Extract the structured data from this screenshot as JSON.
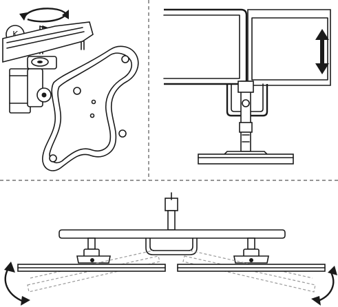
{
  "figure": {
    "callout_letter": "K",
    "colors": {
      "ink": "#1a1a1a",
      "ghost": "#9a9a9a",
      "background": "#ffffff"
    },
    "panels": [
      {
        "name": "tilt-swivel-detail",
        "icons": [
          "rotate-arrow-icon",
          "hex-key-icon",
          "vesa-plate-icon"
        ]
      },
      {
        "name": "height-adjust-detail",
        "icons": [
          "vertical-double-arrow-icon",
          "dual-monitor-icon",
          "desk-stand-icon"
        ]
      },
      {
        "name": "rotation-top-view",
        "icons": [
          "curved-arrow-left-icon",
          "curved-arrow-right-icon",
          "monitor-ghost-positions"
        ]
      }
    ]
  }
}
